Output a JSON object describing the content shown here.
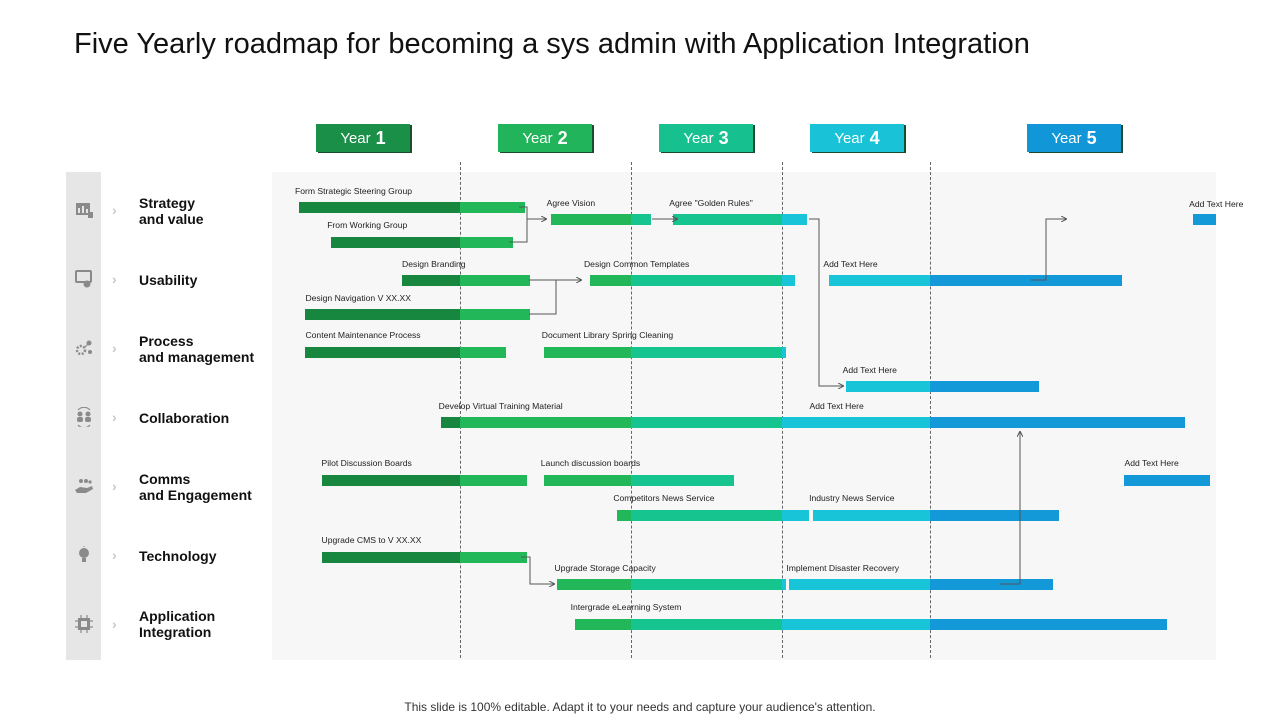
{
  "title": "Five Yearly roadmap for becoming a sys admin with Application Integration",
  "footer": "This slide is 100% editable. Adapt it to your needs and capture your audience's attention.",
  "years": [
    {
      "prefix": "Year",
      "num": "1",
      "color": "#1a8f47"
    },
    {
      "prefix": "Year",
      "num": "2",
      "color": "#21b45a"
    },
    {
      "prefix": "Year",
      "num": "3",
      "color": "#17c08f"
    },
    {
      "prefix": "Year",
      "num": "4",
      "color": "#19c2d6"
    },
    {
      "prefix": "Year",
      "num": "5",
      "color": "#1196d8"
    }
  ],
  "rows": [
    {
      "label": "Strategy\nand value",
      "icon": "chart-icon"
    },
    {
      "label": "Usability",
      "icon": "touch-screen-icon"
    },
    {
      "label": "Process\nand management",
      "icon": "process-gear-icon"
    },
    {
      "label": "Collaboration",
      "icon": "team-collaboration-icon"
    },
    {
      "label": "Comms\nand Engagement",
      "icon": "people-hand-icon"
    },
    {
      "label": "Technology",
      "icon": "lightbulb-icon"
    },
    {
      "label": "Application\nIntegration",
      "icon": "chip-icon"
    }
  ],
  "tasks": [
    {
      "label": "Form Strategic Steering Group",
      "start_year": 1.0,
      "end_year": 2.38
    },
    {
      "label": "From Working Group",
      "start_year": 1.2,
      "end_year": 2.31
    },
    {
      "label": "Agree Vision",
      "start_year": 2.53,
      "end_year": 3.13
    },
    {
      "label": "Agree \"Golden Rules\"",
      "start_year": 3.28,
      "end_year": 4.17
    },
    {
      "label": "Add Text Here",
      "start_year": 5.92,
      "end_year": 6.0
    },
    {
      "label": "Design Branding",
      "start_year": 1.64,
      "end_year": 2.41
    },
    {
      "label": "Design Common Templates",
      "start_year": 2.76,
      "end_year": 4.09
    },
    {
      "label": "Add Text Here",
      "start_year": 4.32,
      "end_year": 5.67
    },
    {
      "label": "Design Navigation V XX.XX",
      "start_year": 1.04,
      "end_year": 2.41
    },
    {
      "label": "Content Maintenance Process",
      "start_year": 1.04,
      "end_year": 2.27
    },
    {
      "label": "Document Library Spring Cleaning",
      "start_year": 2.49,
      "end_year": 4.03
    },
    {
      "label": "Add Text Here",
      "start_year": 4.43,
      "end_year": 5.38
    },
    {
      "label": "Develop Virtual Training Material",
      "start_year": 1.88,
      "end_year": 4.24
    },
    {
      "label": "Add Text Here",
      "start_year": 4.24,
      "end_year": 5.89
    },
    {
      "label": "Pilot Discussion Boards",
      "start_year": 1.14,
      "end_year": 2.39
    },
    {
      "label": "Launch discussion boards",
      "start_year": 2.49,
      "end_year": 3.68
    },
    {
      "label": "Add Text Here",
      "start_year": 5.68,
      "end_year": 5.98
    },
    {
      "label": "Competitors News Service",
      "start_year": 2.92,
      "end_year": 4.18
    },
    {
      "label": "Industry News Service",
      "start_year": 4.21,
      "end_year": 5.45
    },
    {
      "label": "Upgrade CMS  to V XX.XX",
      "start_year": 1.14,
      "end_year": 2.39
    },
    {
      "label": "Upgrade Storage Capacity",
      "start_year": 2.57,
      "end_year": 4.03
    },
    {
      "label": "Implement Disaster Recovery",
      "start_year": 4.05,
      "end_year": 5.43
    },
    {
      "label": "Intergrade eLearning System",
      "start_year": 2.67,
      "end_year": 5.83
    }
  ]
}
